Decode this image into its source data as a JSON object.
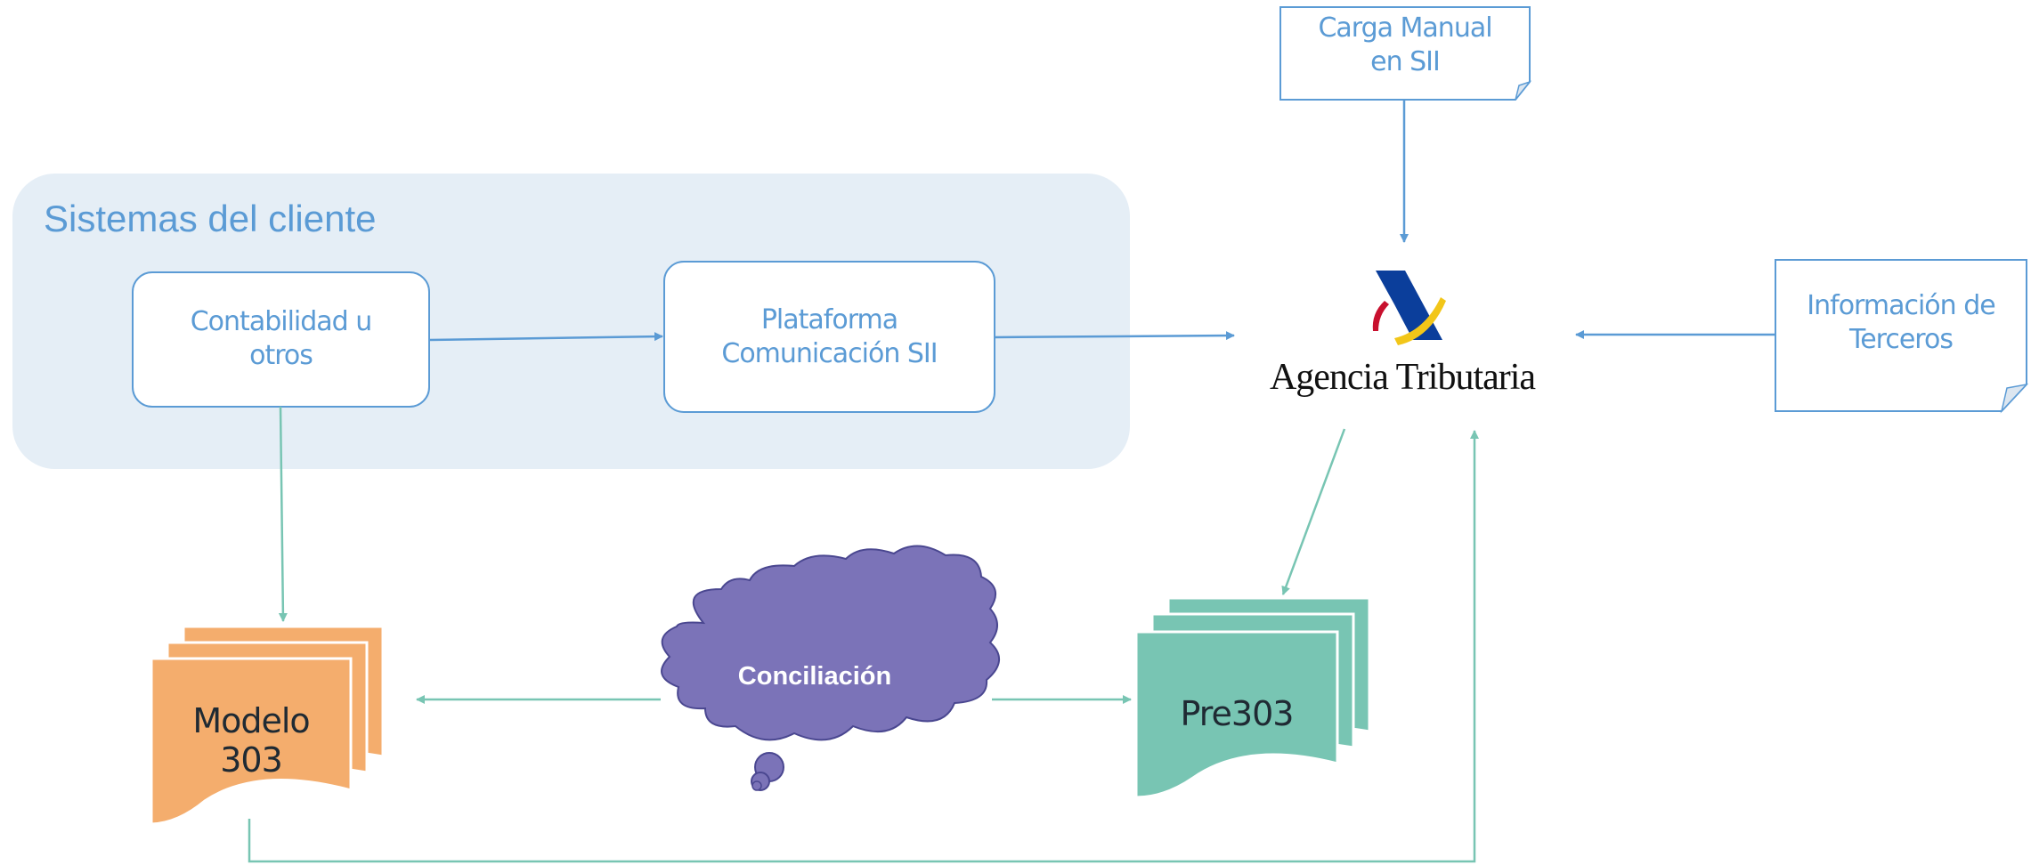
{
  "group": {
    "title": "Sistemas del cliente"
  },
  "nodes": {
    "contabilidad": "Contabilidad u\notros",
    "plataforma": "Plataforma\nComunicación  SII",
    "carga_manual": "Carga Manual\nen SII",
    "info_terceros": "Información de\nTerceros",
    "agencia": "Agencia Tributaria",
    "modelo303": "Modelo\n303",
    "pre303": "Pre303",
    "conciliacion": "Conciliación"
  },
  "colors": {
    "blue": "#5b9bd5",
    "teal": "#78c5b3",
    "orange": "#f4ad6d",
    "purple": "#7b73b8",
    "group_bg": "#e5eef6",
    "logo_blue": "#0b3e9b",
    "logo_yellow": "#f2c619",
    "logo_red": "#c8102e"
  }
}
